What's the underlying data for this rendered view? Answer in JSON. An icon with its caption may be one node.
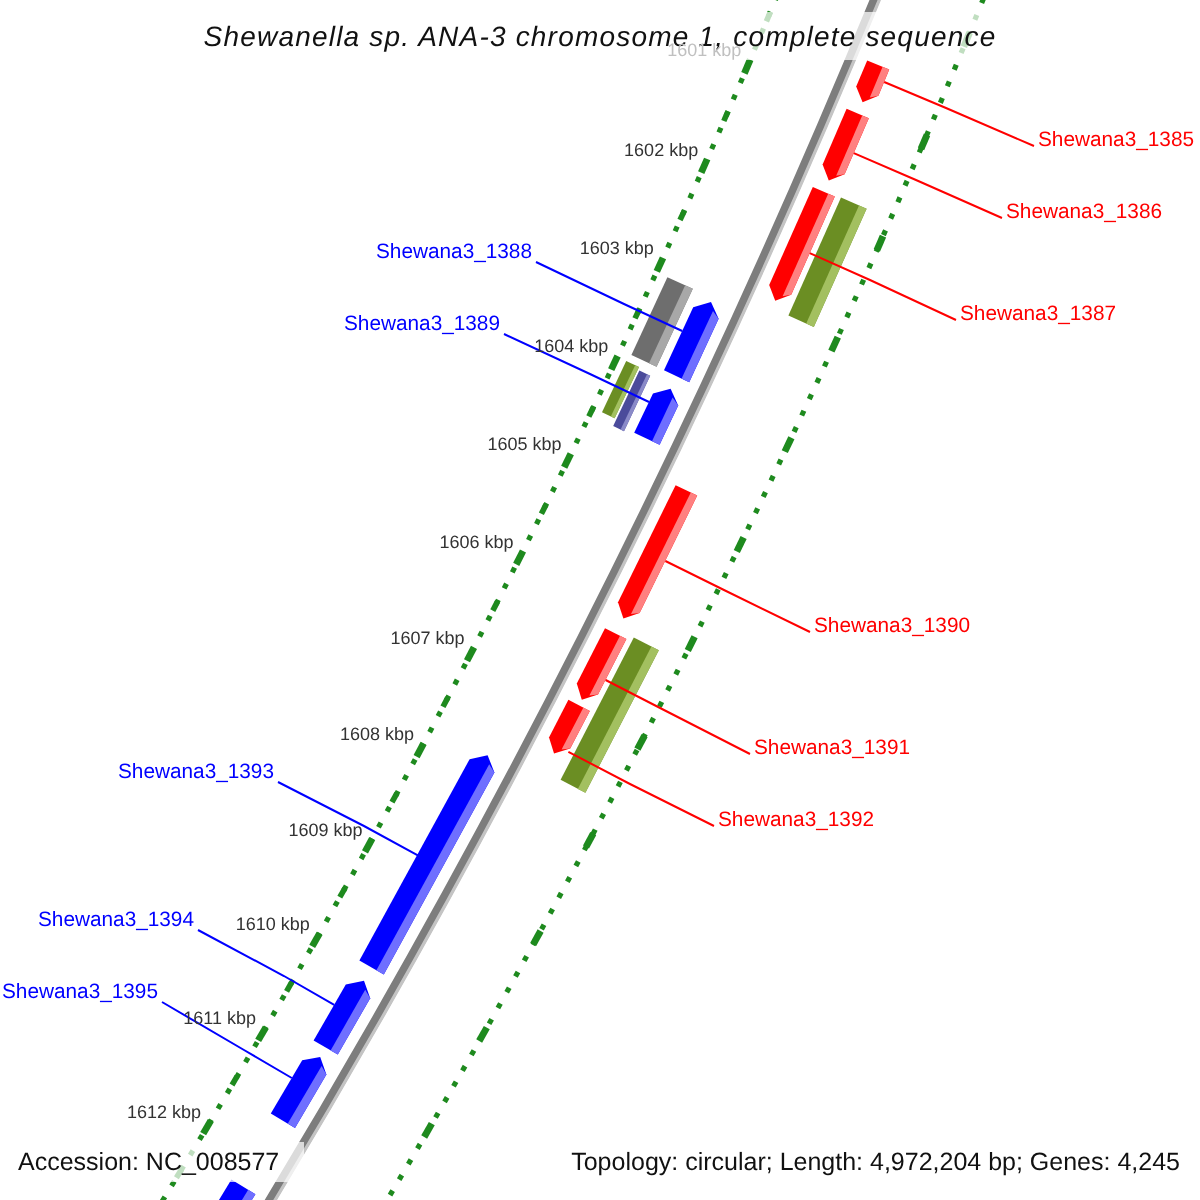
{
  "diagram": {
    "title": "Shewanella sp. ANA-3 chromosome 1, complete sequence",
    "nodes": [
      {
        "text": [
          "Shewana3_1385"
        ]
      },
      {
        "text": [
          "Shewana3_1386"
        ]
      },
      {
        "text": [
          "Shewana3_1388"
        ]
      },
      {
        "text": [
          "Shewana3_1387"
        ]
      },
      {
        "text": [
          "Shewana3_1389"
        ]
      },
      {
        "text": [
          "Shewana3_1390"
        ]
      },
      {
        "text": [
          "Shewana3_1391"
        ]
      },
      {
        "text": [
          "Shewana3_1393"
        ]
      },
      {
        "text": [
          "Shewana3_1392"
        ]
      },
      {
        "text": [
          "Shewana3_1394"
        ]
      },
      {
        "text": [
          "Shewana3_1395"
        ]
      },
      {
        "text": [],
        "shape": "arrow"
      },
      {
        "text": [],
        "shape": "arrow"
      },
      {
        "text": [],
        "shape": "bar"
      },
      {
        "text": [],
        "shape": "arrow"
      },
      {
        "text": [],
        "shape": "bar"
      },
      {
        "text": [],
        "shape": "arrow"
      },
      {
        "text": [],
        "shape": "bar"
      },
      {
        "text": [],
        "shape": "bar"
      },
      {
        "text": [],
        "shape": "arrow"
      },
      {
        "text": [],
        "shape": "arrow"
      },
      {
        "text": [],
        "shape": "bar"
      },
      {
        "text": [],
        "shape": "arrow"
      },
      {
        "text": [],
        "shape": "arrow"
      },
      {
        "text": [],
        "shape": "arrow"
      },
      {
        "text": [],
        "shape": "arrow"
      },
      {
        "text": [],
        "shape": "arrow"
      },
      {
        "text": [],
        "shape": "arrow"
      }
    ],
    "edges": [
      {
        "from": 0,
        "to": 11,
        "arrow": "none"
      },
      {
        "from": 1,
        "to": 12,
        "arrow": "none"
      },
      {
        "from": 2,
        "to": 16,
        "arrow": "none",
        "color": "#0000ff"
      },
      {
        "from": 3,
        "to": 14,
        "arrow": "none"
      },
      {
        "from": 4,
        "to": 19,
        "arrow": "none",
        "color": "#0000ff"
      },
      {
        "from": 5,
        "to": 20,
        "arrow": "none"
      },
      {
        "from": 6,
        "to": 22,
        "arrow": "none"
      },
      {
        "from": 7,
        "to": 24,
        "arrow": "none",
        "color": "#0000ff"
      },
      {
        "from": 8,
        "to": 23,
        "arrow": "none"
      },
      {
        "from": 9,
        "to": 25,
        "arrow": "none",
        "color": "#0000ff"
      },
      {
        "from": 10,
        "to": 26,
        "arrow": "none",
        "color": "#0000ff"
      }
    ],
    "labels": [
      "1601 kbp",
      "1602 kbp",
      "1603 kbp",
      "1604 kbp",
      "1605 kbp",
      "1606 kbp",
      "1607 kbp",
      "1608 kbp",
      "1609 kbp",
      "1610 kbp",
      "1611 kbp",
      "1612 kbp",
      "Accession: NC_008577",
      "Topology: circular; Length: 4,972,204 bp; Genes: 4,245"
    ]
  }
}
